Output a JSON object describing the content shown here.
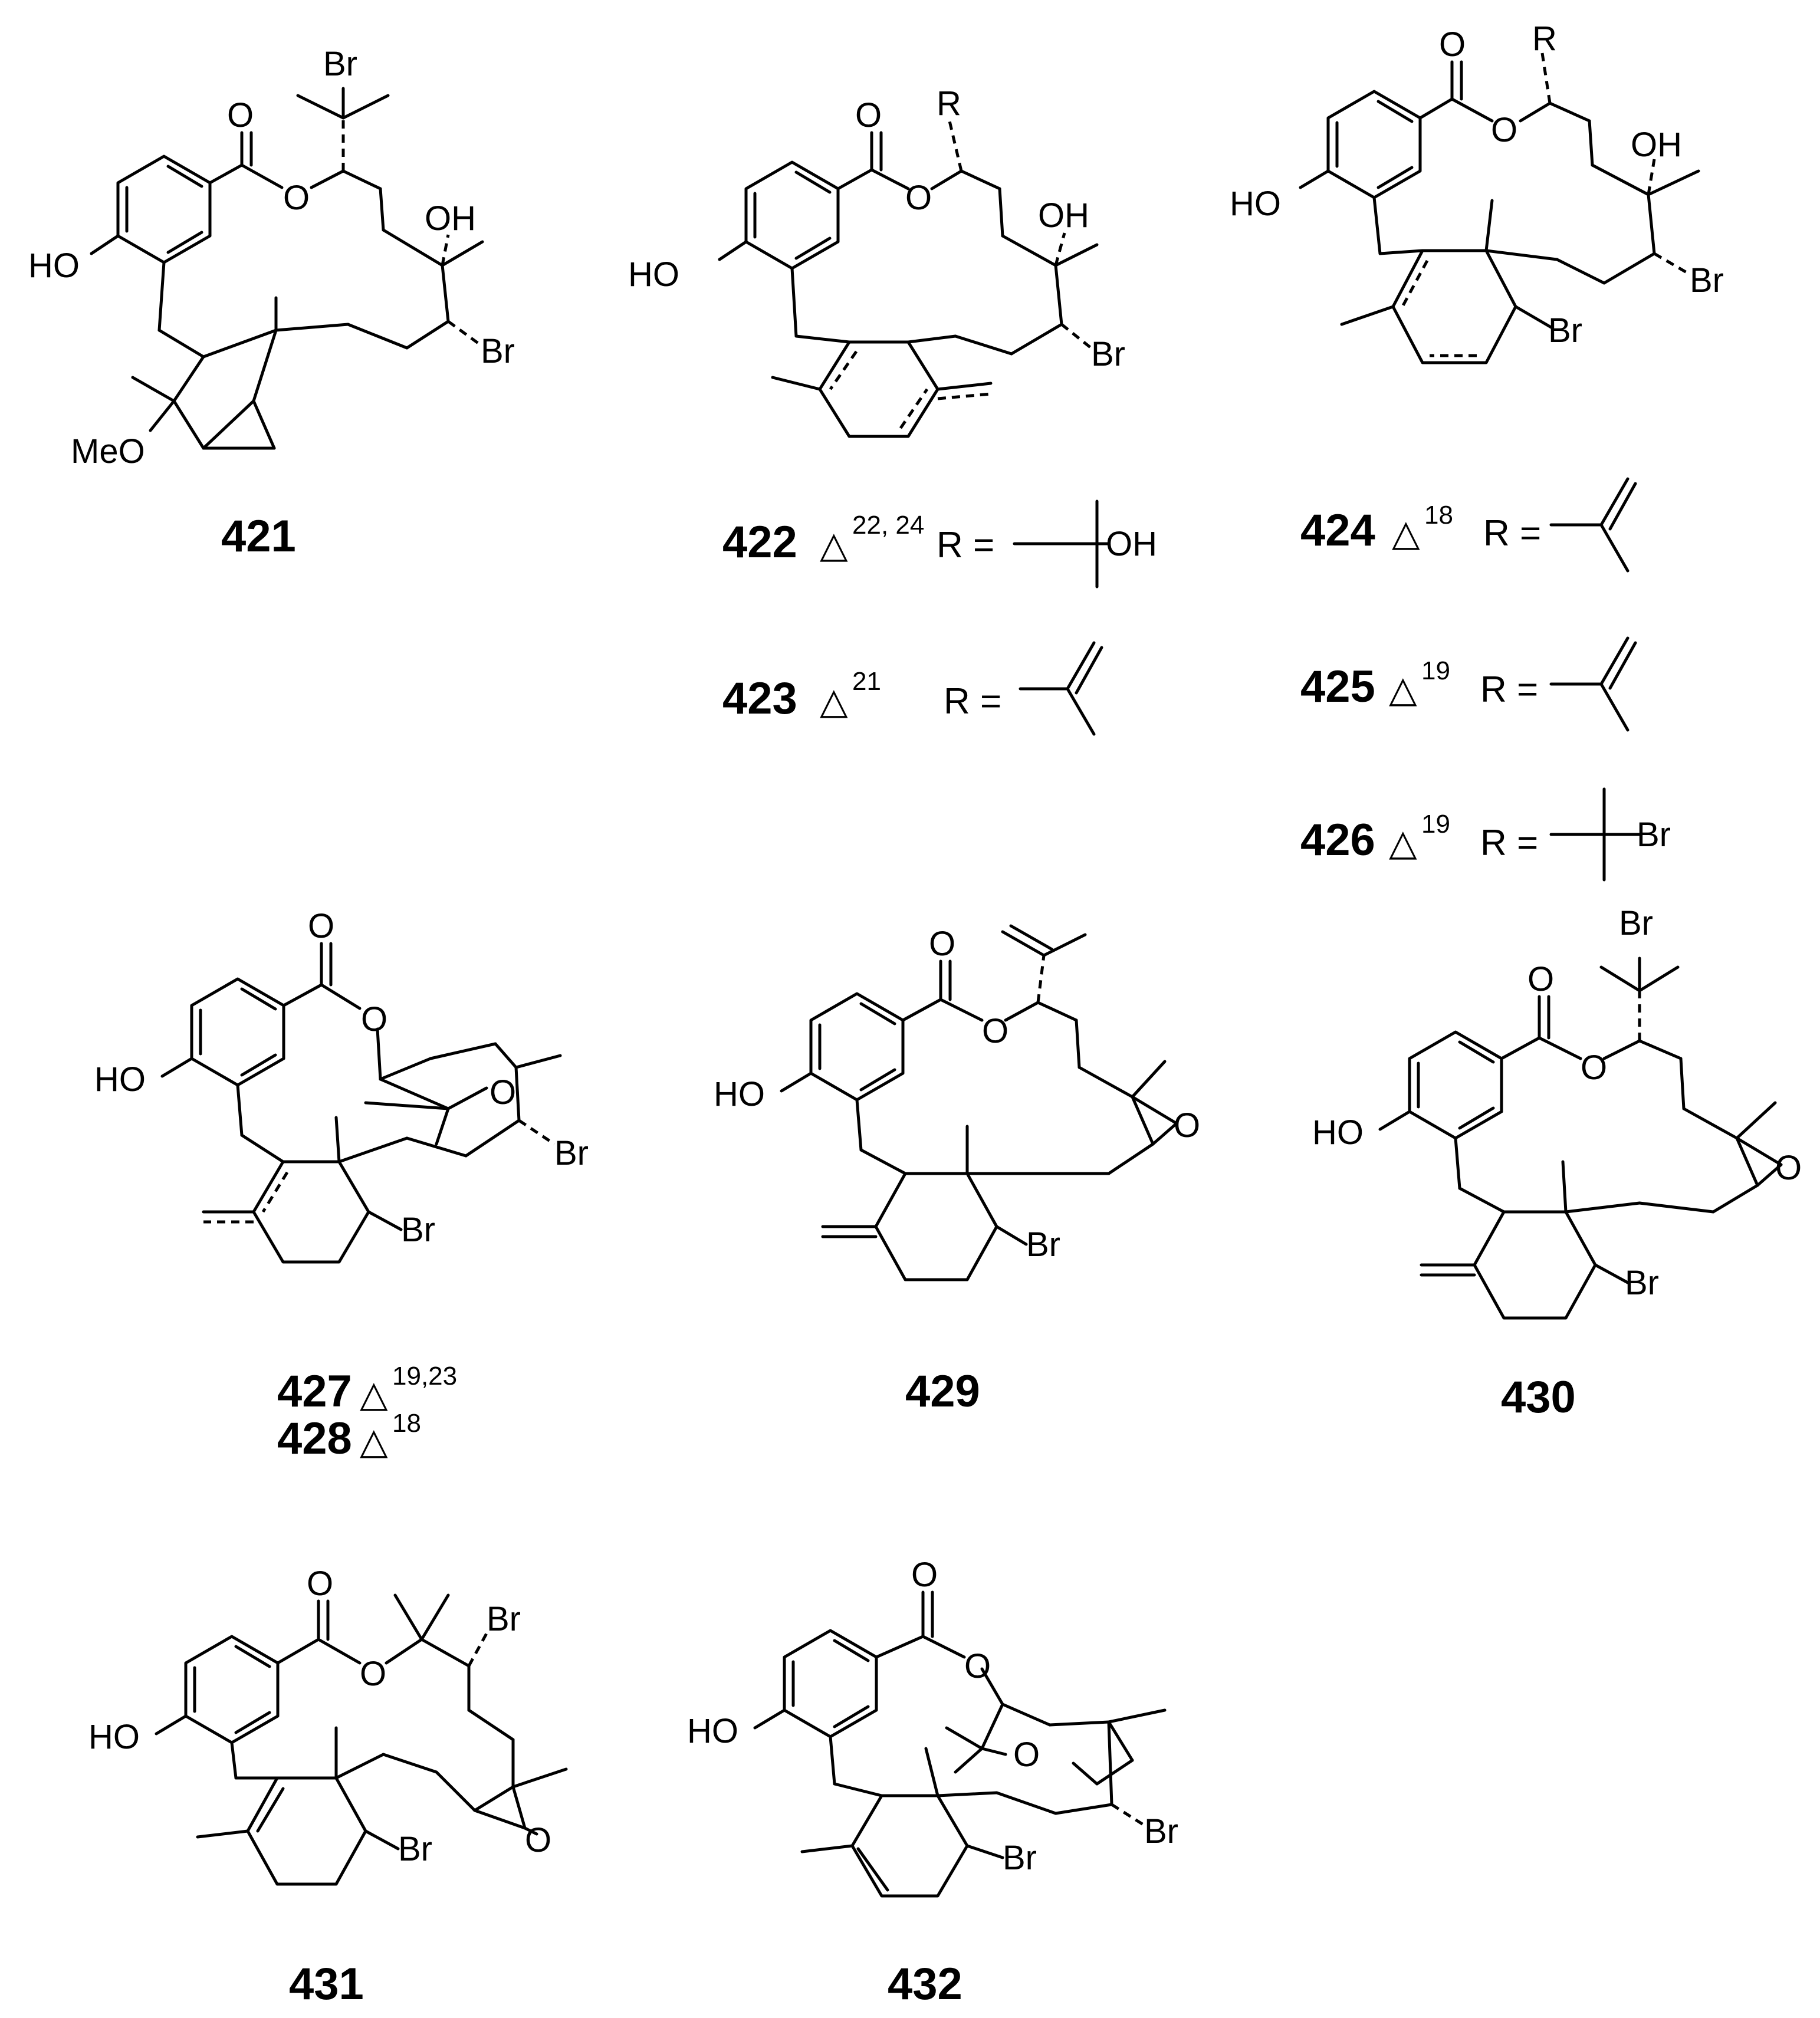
{
  "atoms": {
    "Br": "Br",
    "O": "O",
    "OH": "OH",
    "HO": "HO",
    "MeO": "MeO",
    "R": "R"
  },
  "delta_symbol": "△",
  "r_equals": "R =",
  "compounds": {
    "c421": {
      "id": "421"
    },
    "c422": {
      "id": "422",
      "delta": "22, 24"
    },
    "c423": {
      "id": "423",
      "delta": "21"
    },
    "c424": {
      "id": "424",
      "delta": "18"
    },
    "c425": {
      "id": "425",
      "delta": "19"
    },
    "c426": {
      "id": "426",
      "delta": "19"
    },
    "c427": {
      "id": "427",
      "delta": "19,23"
    },
    "c428": {
      "id": "428",
      "delta": "18"
    },
    "c429": {
      "id": "429"
    },
    "c430": {
      "id": "430"
    },
    "c431": {
      "id": "431"
    },
    "c432": {
      "id": "432"
    }
  }
}
